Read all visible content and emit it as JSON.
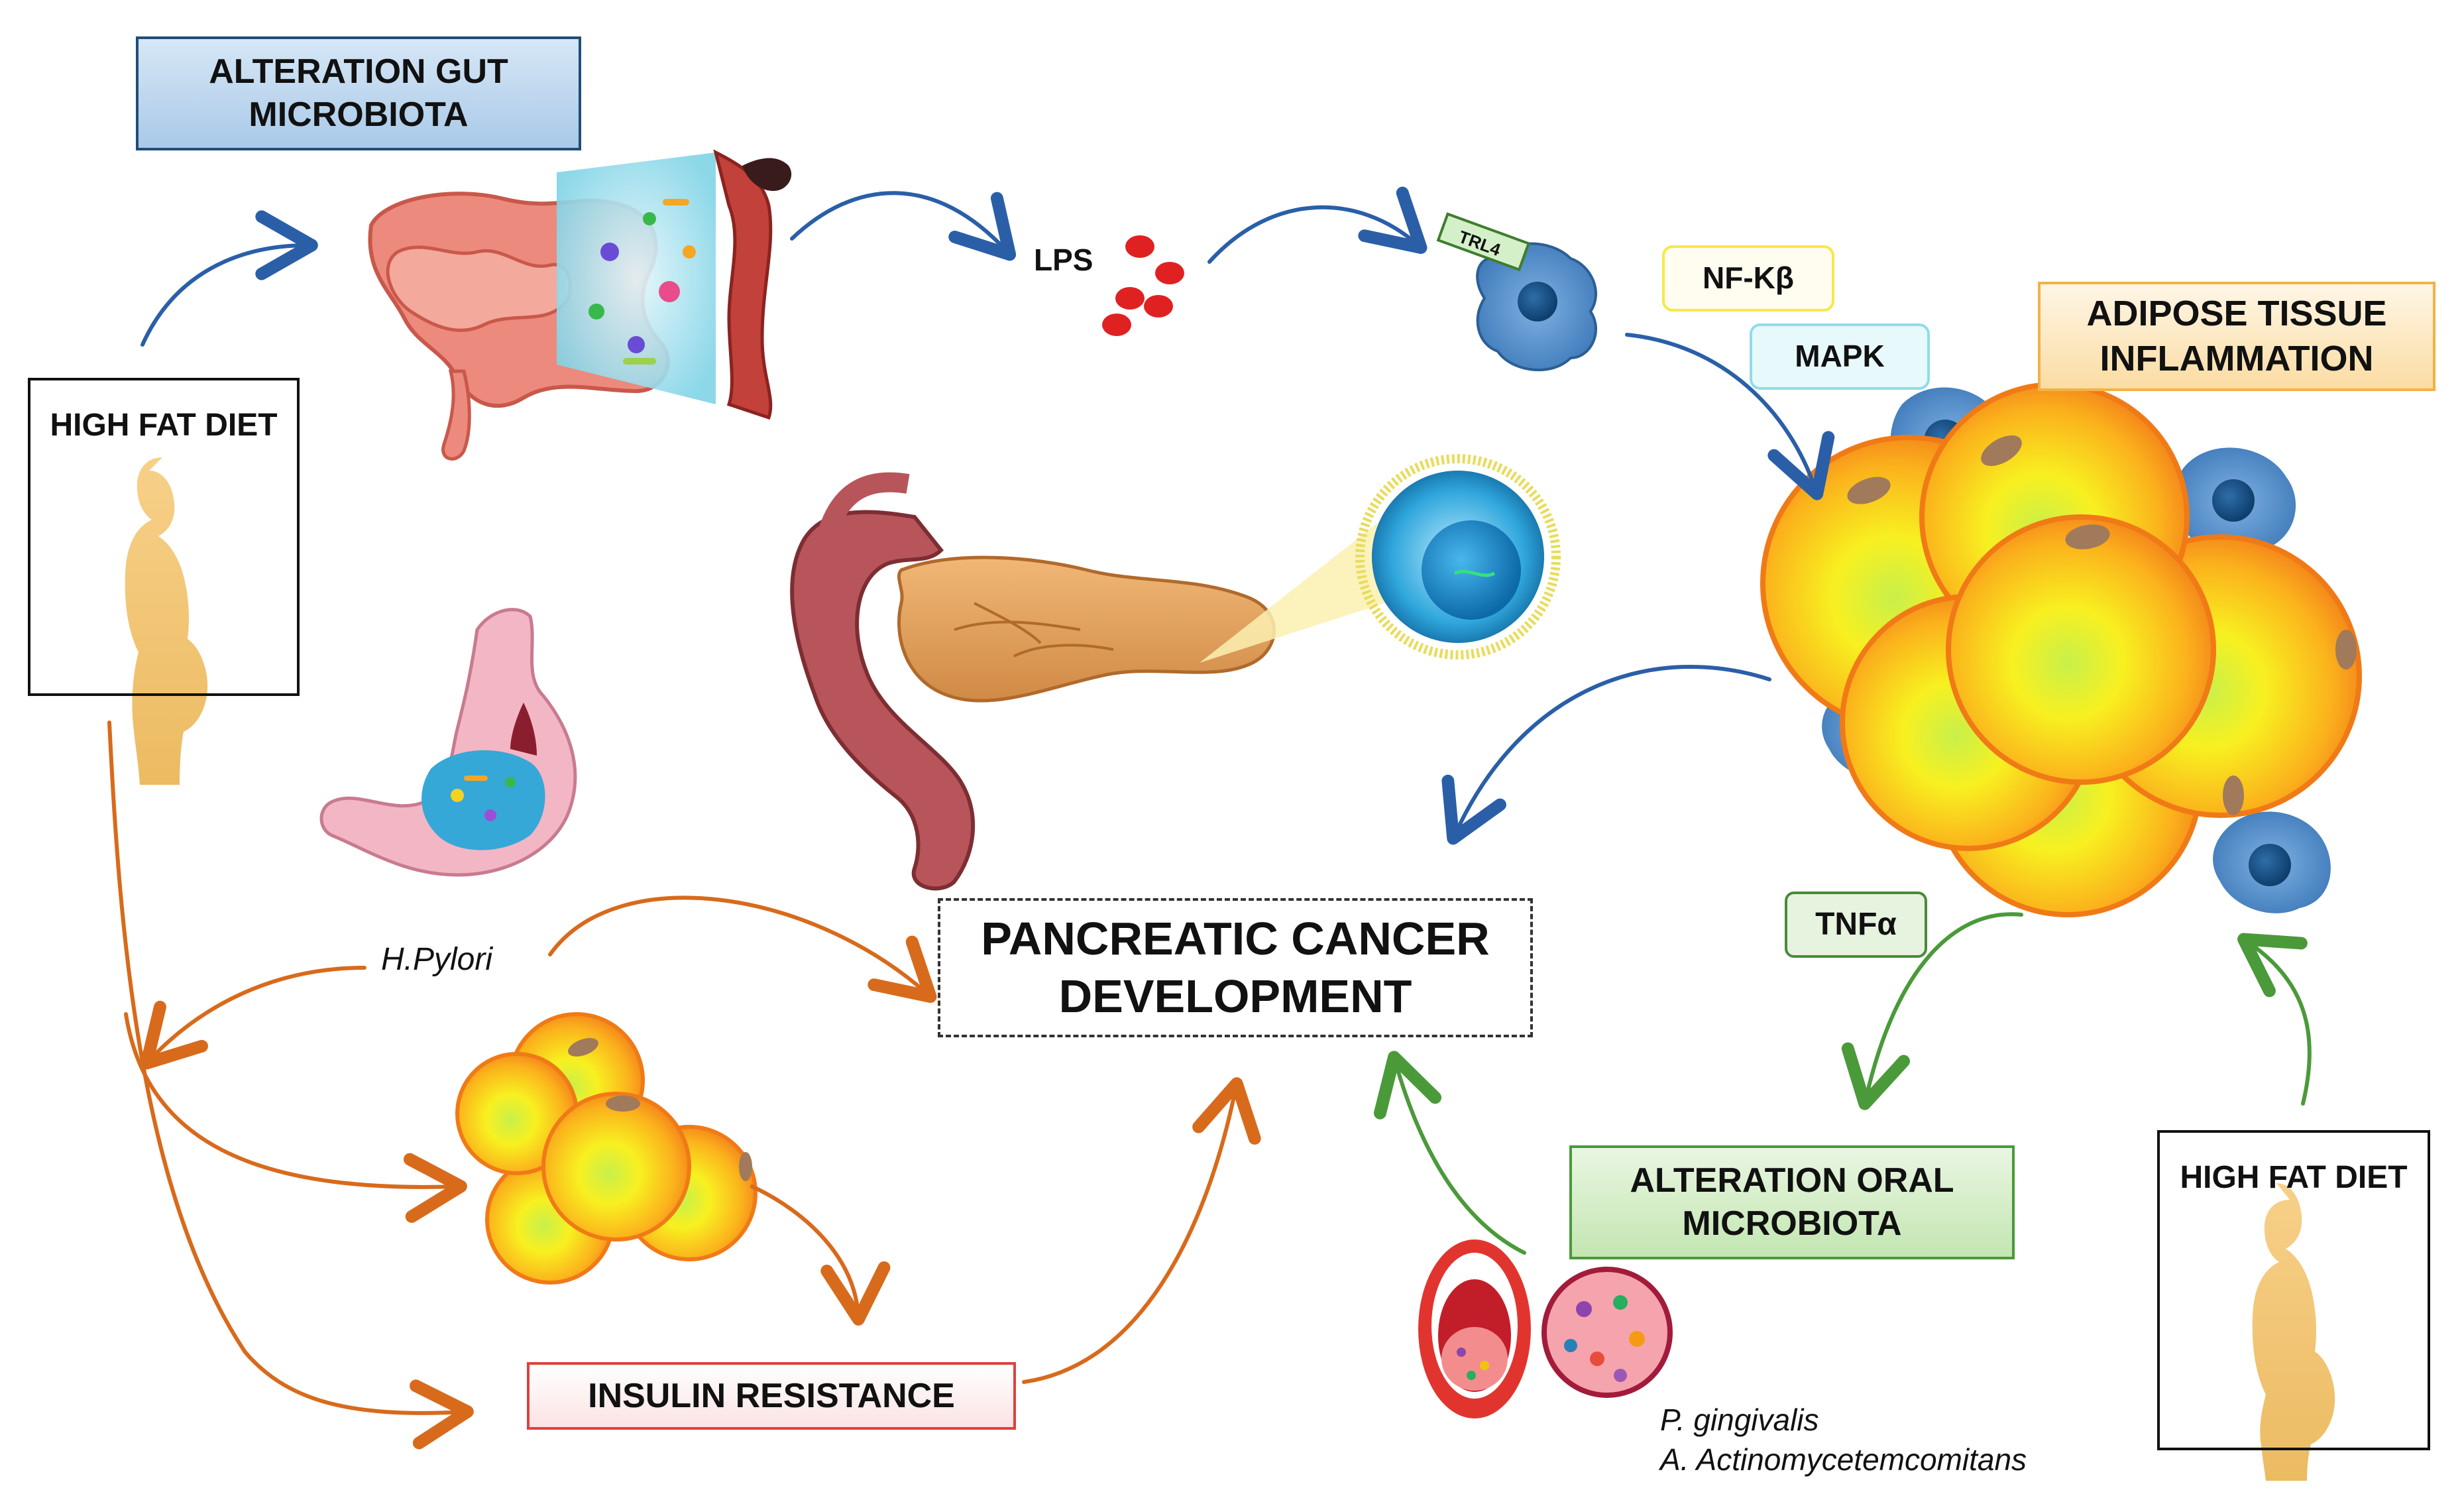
{
  "labels": {
    "gut": [
      "ALTERATION GUT",
      "MICROBIOTA"
    ],
    "high_fat_diet_left": "HIGH FAT DIET",
    "lps": "LPS",
    "trl4": "TRL4",
    "nfkb": "NF-Kβ",
    "mapk": "MAPK",
    "adipose": [
      "ADIPOSE TISSUE",
      "INFLAMMATION"
    ],
    "pancreatic": [
      "PANCREATIC CANCER",
      "DEVELOPMENT"
    ],
    "hpylori": "H.Pylori",
    "tnf": "TNFα",
    "oral": [
      "ALTERATION ORAL",
      "MICROBIOTA"
    ],
    "high_fat_diet_right": "HIGH FAT DIET",
    "insulin": "INSULIN RESISTANCE",
    "bacteria": [
      "P. gingivalis",
      "A. Actinomycetemcomitans"
    ]
  },
  "colors": {
    "blue_arrow": "#2a5fa8",
    "orange_arrow": "#d86a1c",
    "green_arrow": "#4a9a3a",
    "gut_box_bg": "#bdd7ee",
    "adipose_box_bg": "#fde9c6",
    "oral_box_bg": "#d9efcf",
    "insulin_box_border": "#e04040",
    "silhouette": "#f2c77a"
  }
}
